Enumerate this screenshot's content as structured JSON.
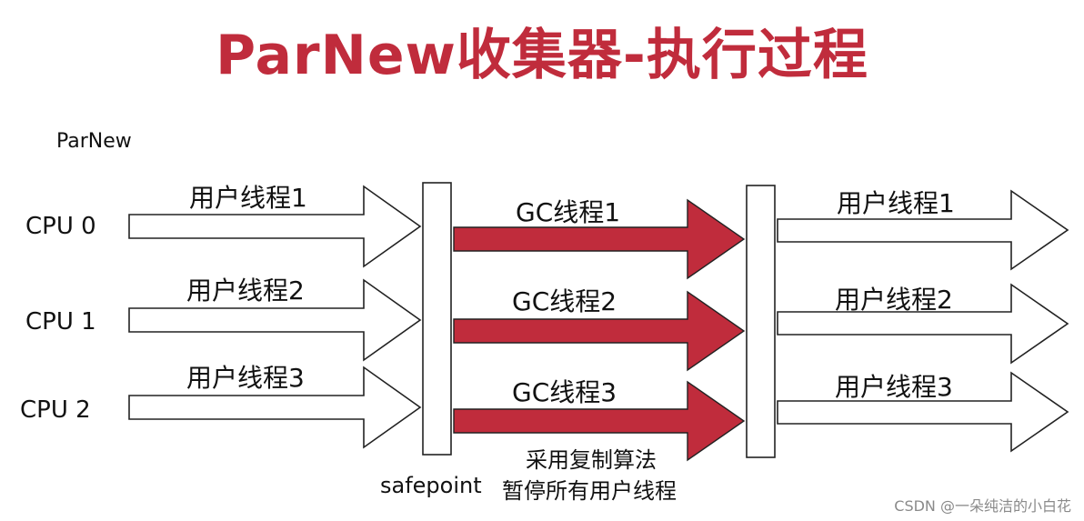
{
  "title": "ParNew收集器-执行过程",
  "collector_label": "ParNew",
  "cpus": [
    "CPU 0",
    "CPU 1",
    "CPU 2"
  ],
  "user_threads_before": [
    "用户线程1",
    "用户线程2",
    "用户线程3"
  ],
  "gc_threads": [
    "GC线程1",
    "GC线程2",
    "GC线程3"
  ],
  "user_threads_after": [
    "用户线程1",
    "用户线程2",
    "用户线程3"
  ],
  "safepoint_label": "safepoint",
  "gc_note_line1": "采用复制算法",
  "gc_note_line2": "暂停所有用户线程",
  "watermark": "CSDN @一朵纯洁的小白花",
  "colors": {
    "title": "#c02c3c",
    "gc_arrow": "#c02c3c",
    "outline": "#222222"
  }
}
